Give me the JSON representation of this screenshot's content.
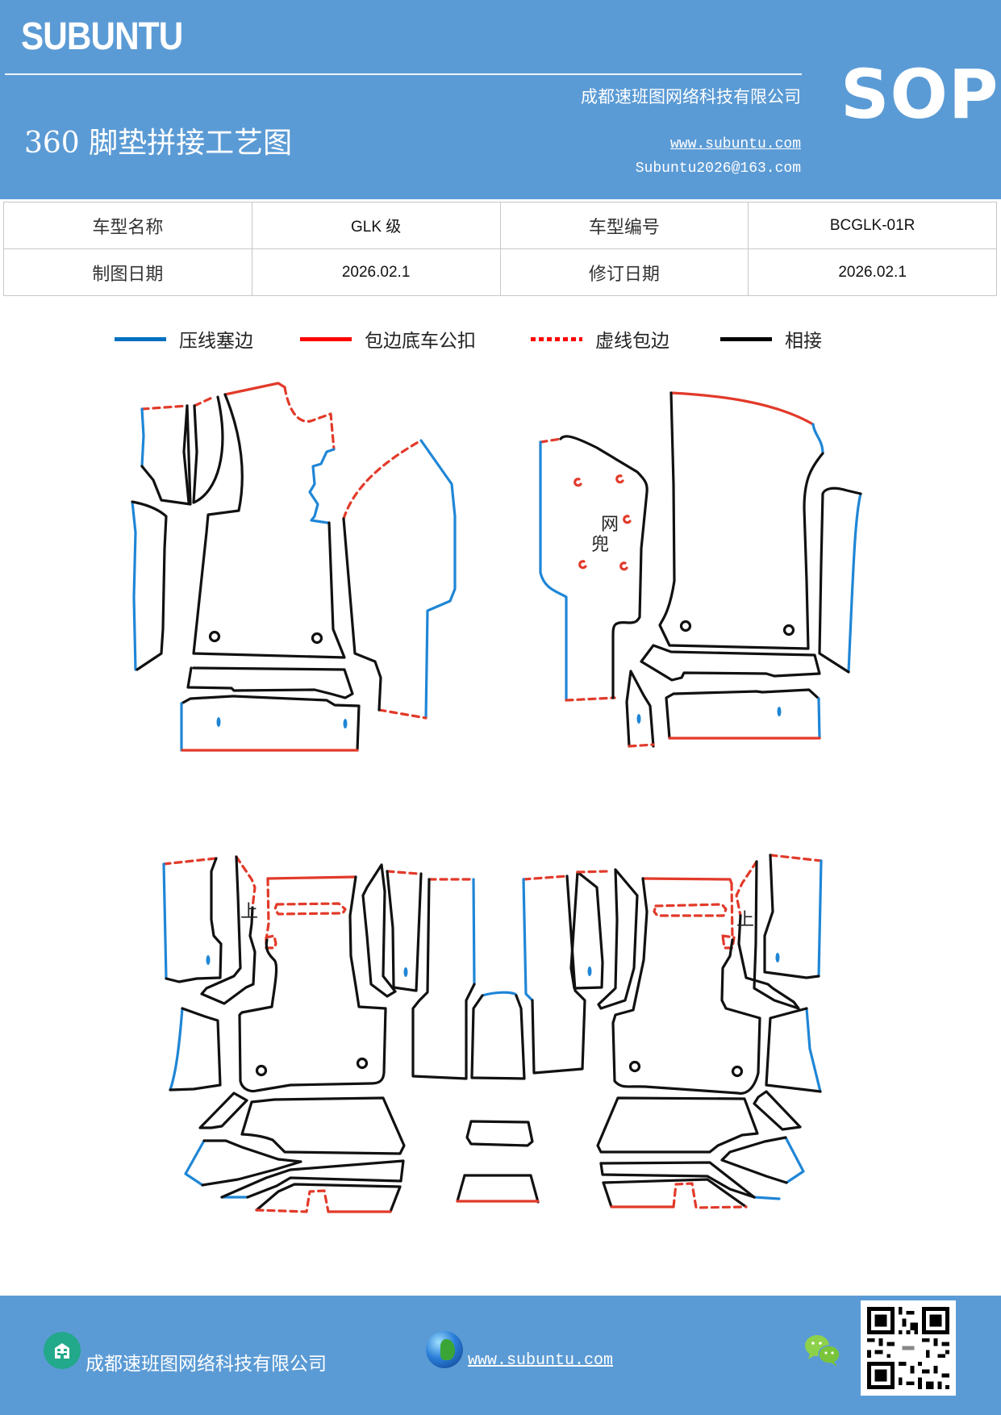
{
  "header": {
    "brand": "SUBUNTU",
    "title": "360 脚垫拼接工艺图",
    "company": "成都速班图网络科技有限公司",
    "website": "www.subuntu.com",
    "email": "Subuntu2026@163.com",
    "badge": "SOP",
    "bg_color": "#5b9bd5"
  },
  "info_table": {
    "rows": [
      [
        {
          "label": "车型名称",
          "value": "GLK 级"
        },
        {
          "label": "车型编号",
          "value": "BCGLK-01R"
        }
      ],
      [
        {
          "label": "制图日期",
          "value": "2026.02.1"
        },
        {
          "label": "修订日期",
          "value": "2026.02.1"
        }
      ]
    ]
  },
  "legend": {
    "items": [
      {
        "label": "压线塞边",
        "color": "#0070c0",
        "style": "solid"
      },
      {
        "label": "包边底车公扣",
        "color": "#ff0000",
        "style": "solid"
      },
      {
        "label": "虚线包边",
        "color": "#ff0000",
        "style": "dotted"
      },
      {
        "label": "相接",
        "color": "#000000",
        "style": "solid"
      }
    ]
  },
  "diagram": {
    "annotations": {
      "net_pocket": "网兜",
      "up_marker_left": "上",
      "up_marker_right": "上"
    },
    "line_colors": {
      "blue": "#1f86d6",
      "red": "#e23a2a",
      "black": "#111111"
    }
  },
  "footer": {
    "company": "成都速班图网络科技有限公司",
    "website": "www.subuntu.com",
    "icons": [
      "building-icon",
      "globe-icon",
      "wechat-icon",
      "qr-code"
    ]
  }
}
